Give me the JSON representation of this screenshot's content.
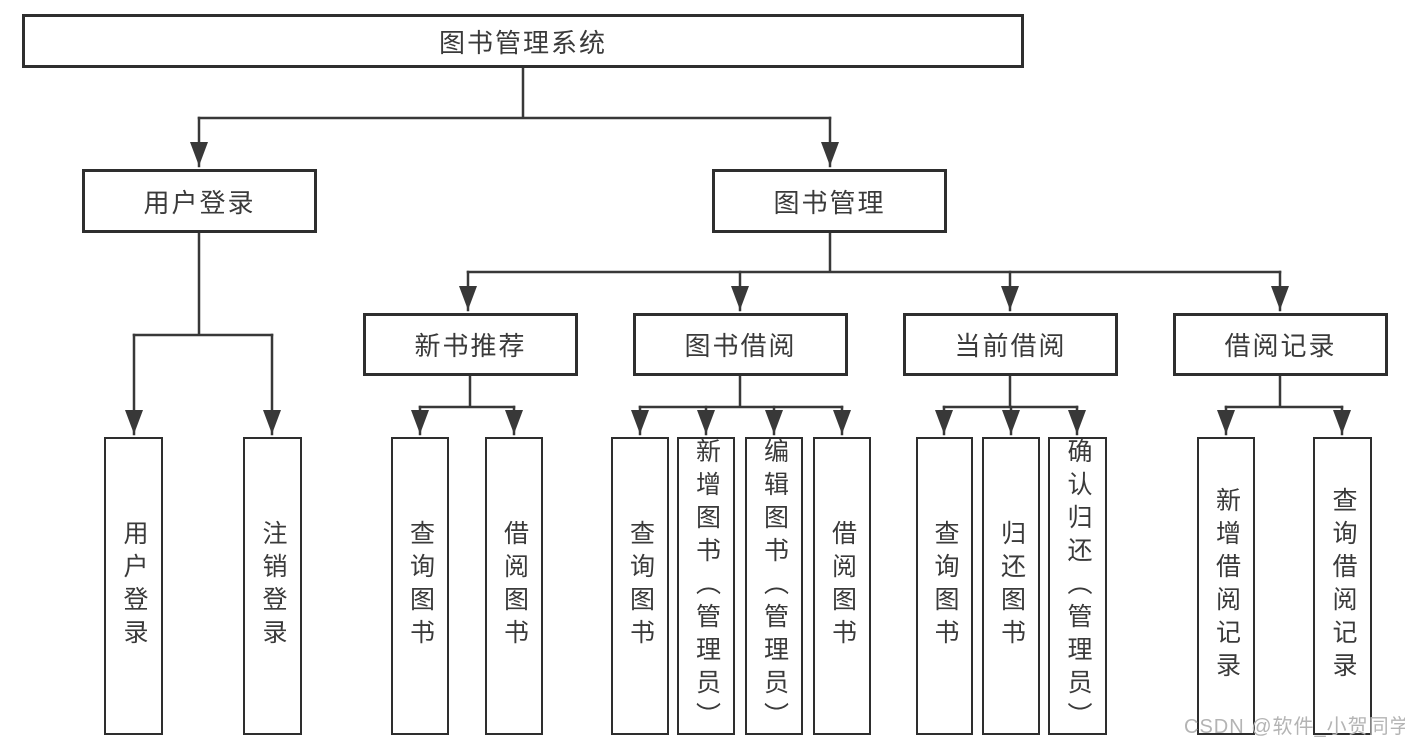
{
  "diagram_type": "functional-structure-tree",
  "root": {
    "label": "图书管理系统",
    "children": [
      {
        "label": "用户登录",
        "children": [
          {
            "label": "用户登录"
          },
          {
            "label": "注销登录"
          }
        ]
      },
      {
        "label": "图书管理",
        "children": [
          {
            "label": "新书推荐",
            "children": [
              {
                "label": "查询图书"
              },
              {
                "label": "借阅图书"
              }
            ]
          },
          {
            "label": "图书借阅",
            "children": [
              {
                "label": "查询图书"
              },
              {
                "label": "新增图书（管理员）"
              },
              {
                "label": "编辑图书（管理员）"
              },
              {
                "label": "借阅图书"
              }
            ]
          },
          {
            "label": "当前借阅",
            "children": [
              {
                "label": "查询图书"
              },
              {
                "label": "归还图书"
              },
              {
                "label": "确认归还（管理员）"
              }
            ]
          },
          {
            "label": "借阅记录",
            "children": [
              {
                "label": "新增借阅记录"
              },
              {
                "label": "查询借阅记录"
              }
            ]
          }
        ]
      }
    ]
  },
  "watermark": "CSDN @软件_小贺同学",
  "colors": {
    "line": "#383838",
    "box_border": "#2e2e2e",
    "text": "#3a3a3a",
    "watermark": "#b4b4b4",
    "background": "#ffffff"
  }
}
